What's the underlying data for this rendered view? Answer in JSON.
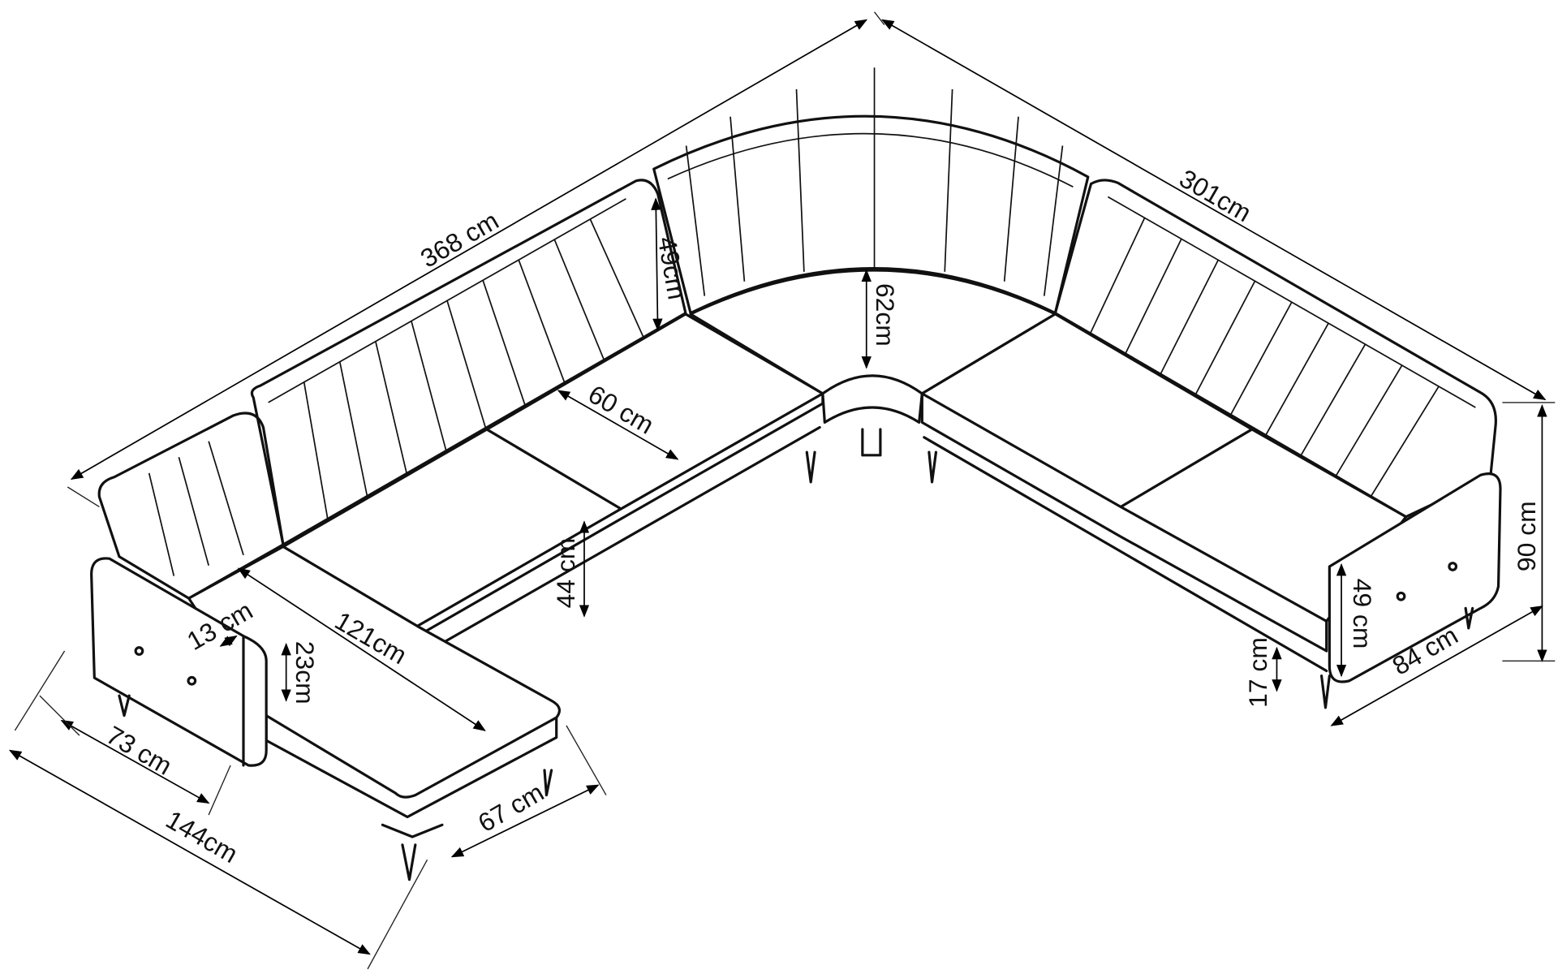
{
  "title": "Corner sofa dimensions",
  "dimensions": {
    "left_length": "368 cm",
    "right_length": "301cm",
    "back_height_left": "49cm",
    "corner_back_height": "62cm",
    "seat_depth": "60 cm",
    "total_height": "90 cm",
    "seat_height": "44 cm",
    "arm_width": "13 cm",
    "chaise_seat_length": "121cm",
    "arm_height_above_seat": "23cm",
    "right_arm_height": "49 cm",
    "leg_height": "17 cm",
    "right_depth": "84 cm",
    "left_arm_depth": "73 cm",
    "chaise_width": "67 cm",
    "chaise_length": "144cm"
  }
}
